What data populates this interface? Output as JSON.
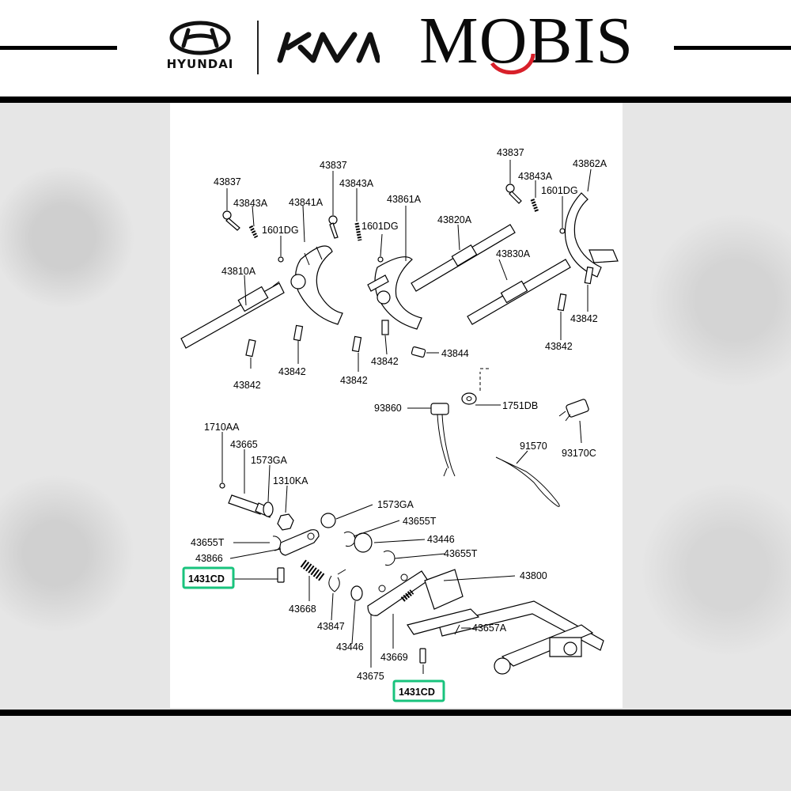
{
  "header": {
    "brands": [
      "HYUNDAI",
      "KIA",
      "MOBIS"
    ],
    "hyundai_text": "HYUNDAI",
    "kia_text": "KIA",
    "mobis_text": "MOBIS",
    "colors": {
      "mobis_accent": "#d8202a",
      "highlight": "#19c37d"
    }
  },
  "diagram": {
    "labels": {
      "l43837a": "43837",
      "l43843a_a": "43843A",
      "l1601dg_a": "1601DG",
      "l43841a": "43841A",
      "l43810a": "43810A",
      "l43842_a": "43842",
      "l43842_b": "43842",
      "l43837b": "43837",
      "l43843a_b": "43843A",
      "l1601dg_b": "1601DG",
      "l43861a": "43861A",
      "l43842_c": "43842",
      "l43842_d": "43842",
      "l43820a": "43820A",
      "l43844": "43844",
      "l43837c": "43837",
      "l43843a_c": "43843A",
      "l1601dg_c": "1601DG",
      "l43862a": "43862A",
      "l43830a": "43830A",
      "l43842_e": "43842",
      "l43842_f": "43842",
      "l93860": "93860",
      "l1751db": "1751DB",
      "l93170c": "93170C",
      "l91570": "91570",
      "l1710aa": "1710AA",
      "l43665": "43665",
      "l1573ga_a": "1573GA",
      "l1310ka": "1310KA",
      "l1573ga_b": "1573GA",
      "l43655t_a": "43655T",
      "l43655t_b": "43655T",
      "l43446_a": "43446",
      "l43655t_c": "43655T",
      "l43866": "43866",
      "l43800": "43800",
      "l43668": "43668",
      "l43847": "43847",
      "l43657a": "43657A",
      "l43446_b": "43446",
      "l43669": "43669",
      "l43675": "43675"
    },
    "highlighted": {
      "h1": "1431CD",
      "h2": "1431CD"
    }
  }
}
